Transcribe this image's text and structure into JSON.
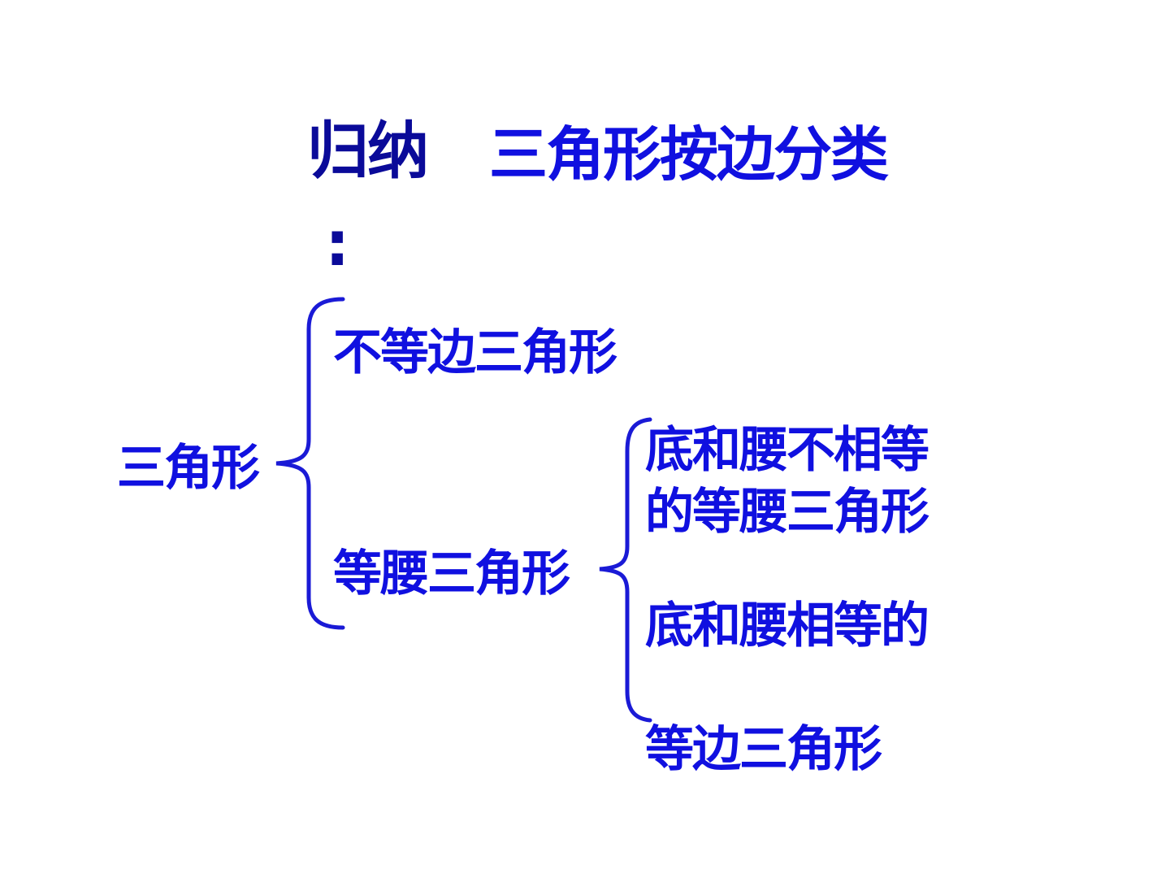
{
  "heading": {
    "label": "归纳",
    "colon": ":",
    "topic": "三角形按边分类"
  },
  "tree": {
    "root": "三角形",
    "scalene": "不等边三角形",
    "isosceles": "等腰三角形",
    "isosceles_unequal": {
      "line1": "底和腰不相等",
      "line2": "的等腰三角形"
    },
    "isosceles_equal": {
      "line1": "底和腰相等的",
      "line2": "等边三角形"
    }
  },
  "colors": {
    "heading_label": "#0a0a99",
    "text_accent": "#1010e0",
    "brace": "#1a1ad6"
  }
}
